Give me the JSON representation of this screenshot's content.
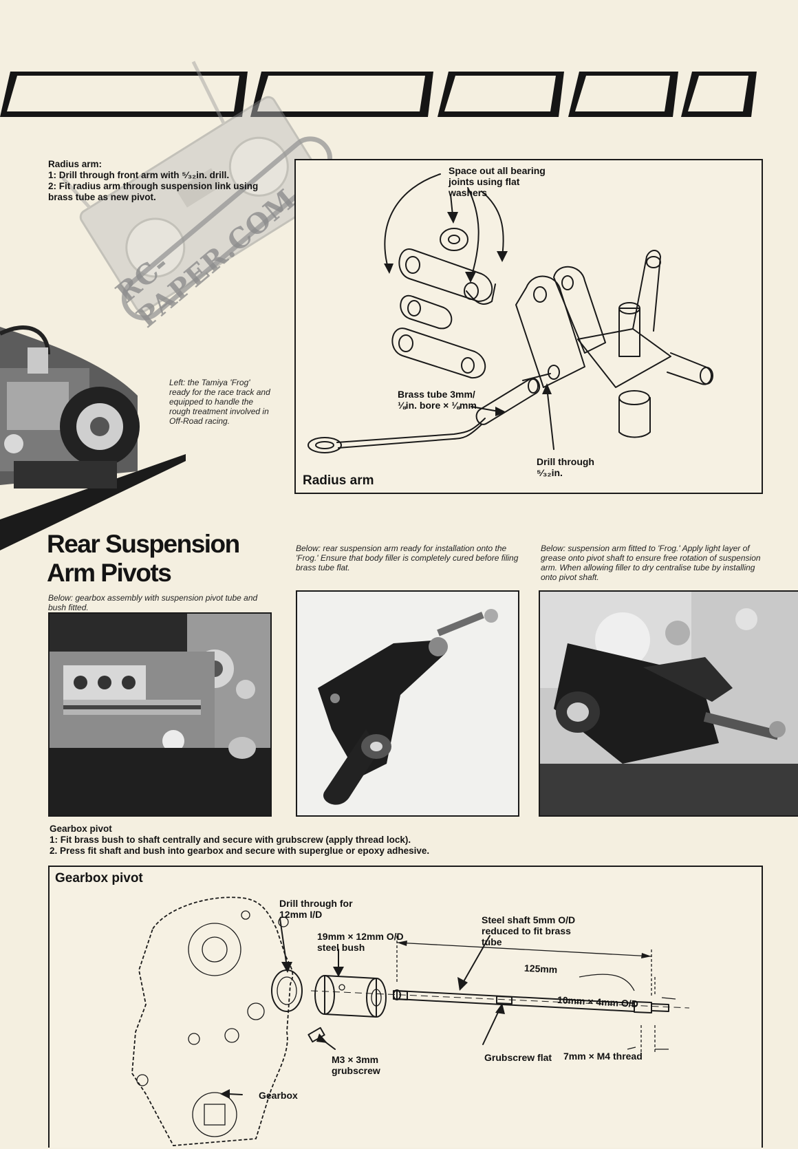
{
  "watermark": {
    "text": "RC-PAPER.COM"
  },
  "radius_arm_note": {
    "heading": "Radius arm:",
    "lines": [
      "1: Drill through front arm with ⁵⁄₃₂in. drill.",
      "2: Fit radius arm through suspension link using brass tube as new pivot."
    ]
  },
  "frog_caption": "Left: the Tamiya 'Frog' ready for the race track and equipped to handle the rough treatment involved in Off-Road racing.",
  "radius_arm_diagram": {
    "title": "Radius arm",
    "labels": {
      "spacers": "Space out all bearing joints using flat washers",
      "brass_tube": "Brass tube 3mm/⅛in. bore × ⅛mm",
      "drill": "Drill through ⁵⁄₃₂in."
    }
  },
  "section": {
    "title_line1": "Rear Suspension",
    "title_line2": "Arm Pivots"
  },
  "captions": {
    "gearbox_photo": "Below: gearbox assembly with suspension pivot tube and bush fitted.",
    "arm_photo": "Below: rear suspension arm ready for installation onto the 'Frog.' Ensure that body filler is completely cured before filing brass tube flat.",
    "fitted_photo": "Below: suspension arm fitted to 'Frog.' Apply light layer of grease onto pivot shaft to ensure free rotation of suspension arm. When allowing filler to dry centralise tube by installing onto pivot shaft."
  },
  "gearbox_note": {
    "heading": "Gearbox pivot",
    "lines": [
      "1: Fit brass bush to shaft centrally and secure with grubscrew (apply thread lock).",
      "2. Press fit shaft and bush into gearbox and secure with superglue or epoxy adhesive."
    ]
  },
  "gearbox_diagram": {
    "title": "Gearbox pivot",
    "labels": {
      "drill": "Drill through for 12mm I/D",
      "bush": "19mm × 12mm O/D steel bush",
      "shaft": "Steel shaft 5mm O/D reduced to fit brass tube",
      "length": "125mm",
      "end_dim": "10mm × 4mm O/D",
      "grubscrew": "M3 × 3mm grubscrew",
      "flat": "Grubscrew flat",
      "thread": "7mm × M4 thread",
      "gearbox": "Gearbox"
    }
  }
}
